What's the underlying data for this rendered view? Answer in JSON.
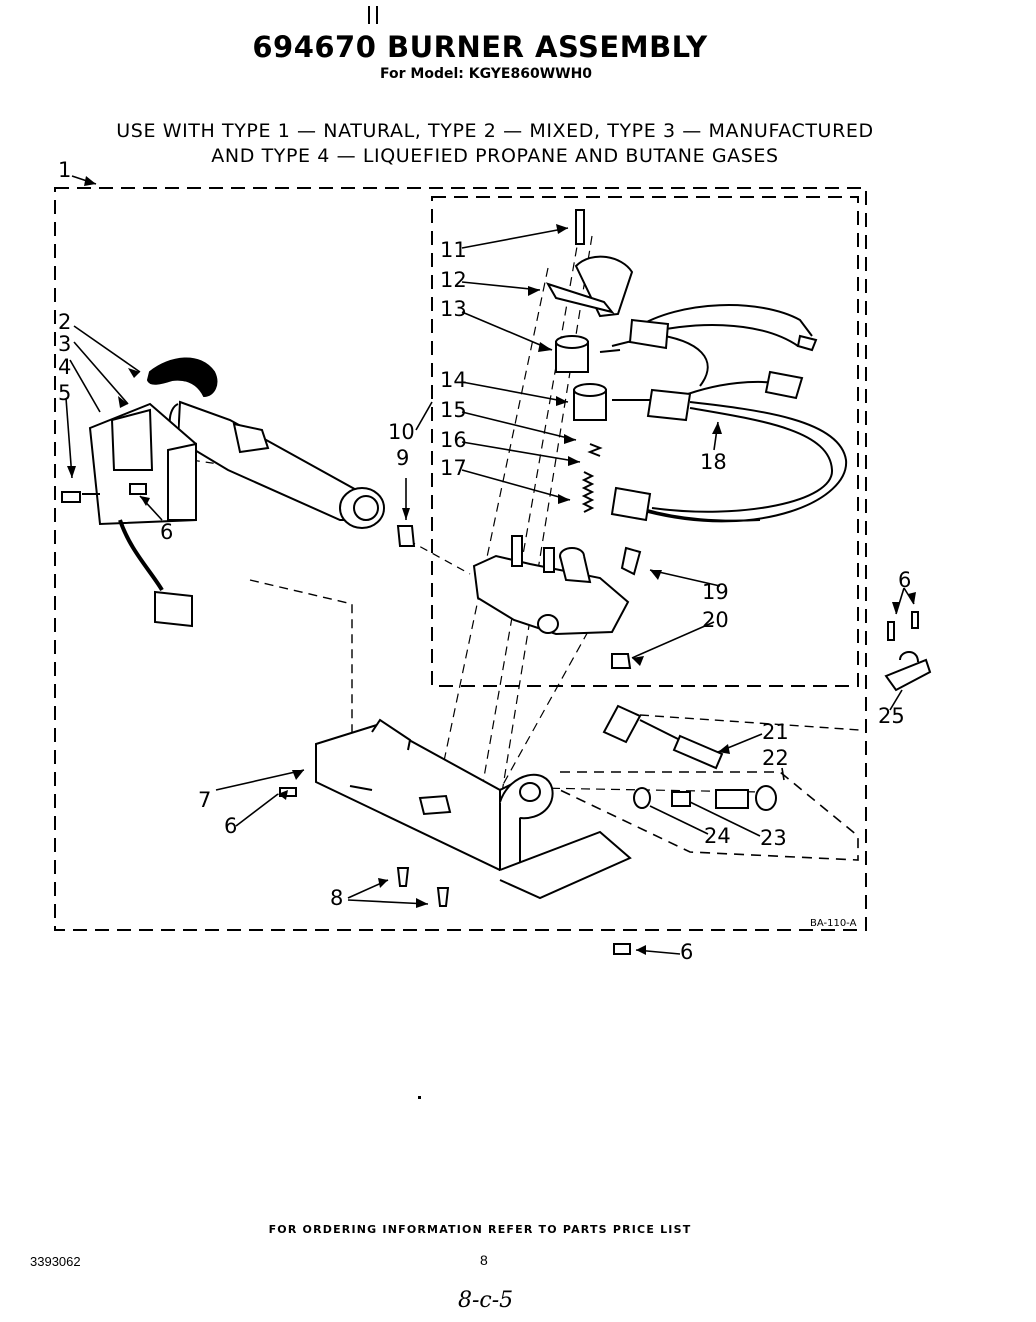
{
  "header": {
    "title": "694670 BURNER ASSEMBLY",
    "model_line": "For Model: KGYE860WWH0",
    "gas_line_1": "USE WITH TYPE 1 — NATURAL, TYPE 2 — MIXED, TYPE 3 — MANUFACTURED",
    "gas_line_2": "AND TYPE 4 — LIQUEFIED PROPANE AND BUTANE GASES"
  },
  "diagram": {
    "drawing_code": "BA-110-A",
    "callouts": {
      "c1": "1",
      "c2": "2",
      "c3": "3",
      "c4": "4",
      "c5": "5",
      "c6a": "6",
      "c6b": "6",
      "c6c": "6",
      "c6d": "6",
      "c7": "7",
      "c8": "8",
      "c9": "9",
      "c10": "10",
      "c11": "11",
      "c12": "12",
      "c13": "13",
      "c14": "14",
      "c15": "15",
      "c16": "16",
      "c17": "17",
      "c18": "18",
      "c19": "19",
      "c20": "20",
      "c21": "21",
      "c22": "22",
      "c23": "23",
      "c24": "24",
      "c25": "25"
    }
  },
  "footer": {
    "ordering_info": "FOR ORDERING INFORMATION REFER TO PARTS PRICE LIST",
    "document_number": "3393062",
    "page_number": "8",
    "handwritten_note": "8-c-5"
  }
}
